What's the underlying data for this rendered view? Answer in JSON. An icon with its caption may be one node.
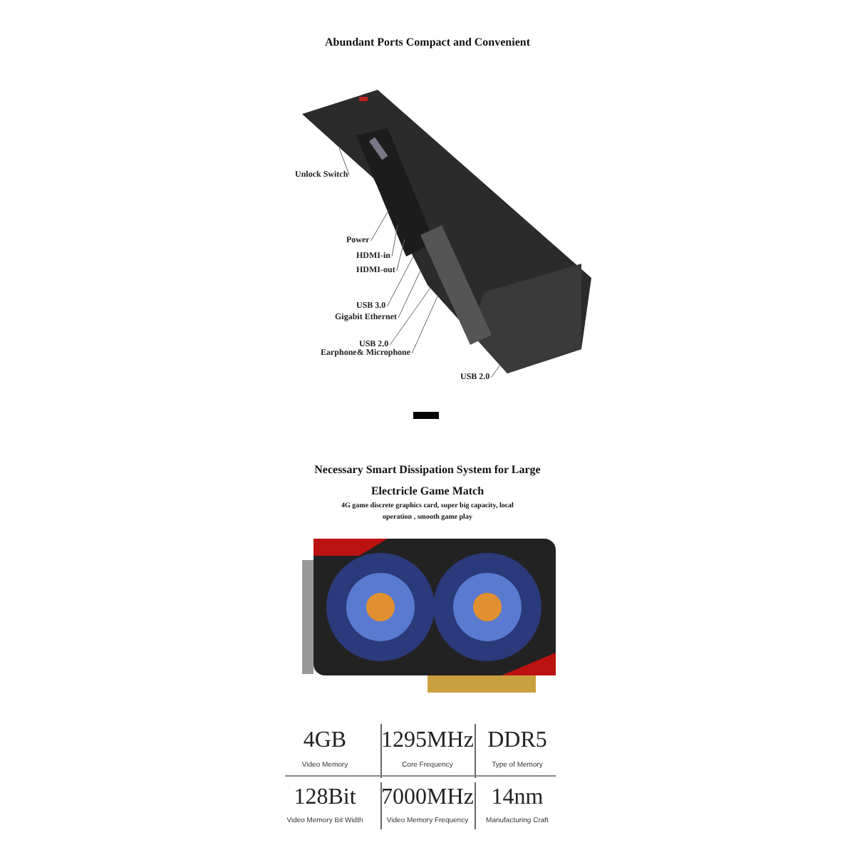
{
  "diagram": {
    "title": "Abundant Ports Compact and Convenient",
    "nodes": [
      {
        "text": [],
        "shape": "picture"
      },
      {
        "text": [
          "Unlock Switch"
        ]
      },
      {
        "text": [
          "Power"
        ]
      },
      {
        "text": [
          "HDMI-in"
        ]
      },
      {
        "text": [
          "HDMI-out"
        ]
      },
      {
        "text": [
          "USB 3.0"
        ]
      },
      {
        "text": [
          "Gigabit Ethernet"
        ]
      },
      {
        "text": [
          "USB 2.0"
        ]
      },
      {
        "text": [
          "Earphone& Microphone"
        ]
      },
      {
        "text": [
          "USB 2.0"
        ]
      }
    ],
    "edges": [
      {
        "from": 1,
        "to": 0,
        "arrow": "none"
      },
      {
        "from": 2,
        "to": 0,
        "arrow": "none"
      },
      {
        "from": 3,
        "to": 0,
        "arrow": "none"
      },
      {
        "from": 4,
        "to": 0,
        "arrow": "none"
      },
      {
        "from": 5,
        "to": 0,
        "arrow": "none"
      },
      {
        "from": 6,
        "to": 0,
        "arrow": "none"
      },
      {
        "from": 7,
        "to": 0,
        "arrow": "none"
      },
      {
        "from": 8,
        "to": 0,
        "arrow": "none"
      },
      {
        "from": 9,
        "to": 0,
        "arrow": "none"
      }
    ],
    "labels": [
      "Necessary Smart Dissipation System for Large Electricle Game Match",
      "4G game discrete graphics card, super big capacity, local operation , smooth game play",
      "4GB",
      "Video Memory",
      "1295MHz",
      "Core Frequency",
      "DDR5",
      "Type of Memory",
      "128Bit",
      "Video Memory Bit Width",
      "7000MHz",
      "Video Memory Frequency",
      "14nm",
      "Manufacturing Craft"
    ]
  }
}
